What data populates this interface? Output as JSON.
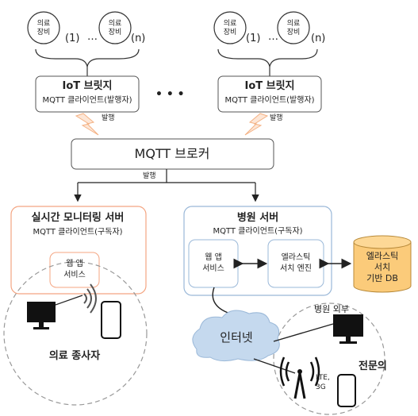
{
  "devices": {
    "left_a": "의료\n장비",
    "left_b": "의료\n장비",
    "right_a": "의료\n장비",
    "right_b": "의료\n장비",
    "idx_1": "(1)",
    "idx_n": "(n)",
    "ellipsis": "…"
  },
  "bridges": {
    "left_title": "IoT 브릿지",
    "left_sub": "MQTT 클라이언트(발행자)",
    "right_title": "IoT 브릿지",
    "right_sub": "MQTT 클라이언트(발행자)",
    "between_dots": "• • •",
    "publish_left": "발행",
    "publish_right": "발행"
  },
  "broker": {
    "label": "MQTT 브로커",
    "publish": "발행"
  },
  "monitor_server": {
    "title": "실시간 모니터링 서버",
    "subtitle": "MQTT 클라이언트(구독자)",
    "webapp": "웹 앱\n서비스",
    "staff": "의료 종사자"
  },
  "hospital_server": {
    "title": "병원 서버",
    "subtitle": "MQTT 클라이언트(구독자)",
    "webapp": "웹 앱\n서비스",
    "search_engine": "엘라스틱\n서치 엔진",
    "db": "엘라스틱\n서치\n기반 DB"
  },
  "internet": {
    "cloud": "인터넷",
    "outside": "병원 외부",
    "lte": "LTE,\n3G",
    "specialist": "전문의"
  },
  "colors": {
    "monitor_border": "#f4a582",
    "hospital_border": "#9ab8d8",
    "cloud_fill": "#c5d9ee",
    "db_fill": "#fbcb7a",
    "lightning": "#f4b183"
  }
}
